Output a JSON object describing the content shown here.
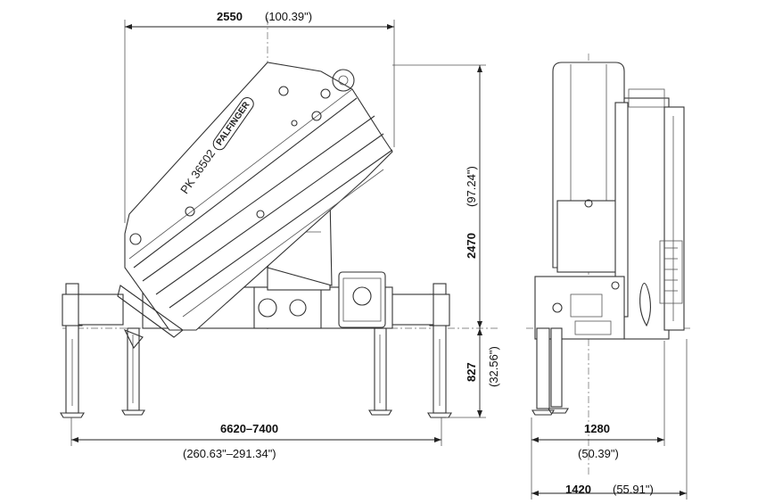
{
  "dimensions": {
    "width_top": {
      "mm": "2550",
      "inch": "(100.39\")"
    },
    "height_total": {
      "mm": "2470",
      "inch": "(97.24\")"
    },
    "height_lower": {
      "mm": "827",
      "inch": "(32.56\")"
    },
    "outrigger_span": {
      "mm": "6620–7400",
      "inch": "(260.63\"–291.34\")"
    },
    "side_width_inner": {
      "mm": "1280",
      "inch": "(50.39\")"
    },
    "side_width_outer": {
      "mm": "1420",
      "inch": "(55.91\")"
    }
  },
  "crane": {
    "model": "PK 36502",
    "brand": "PALFINGER"
  }
}
